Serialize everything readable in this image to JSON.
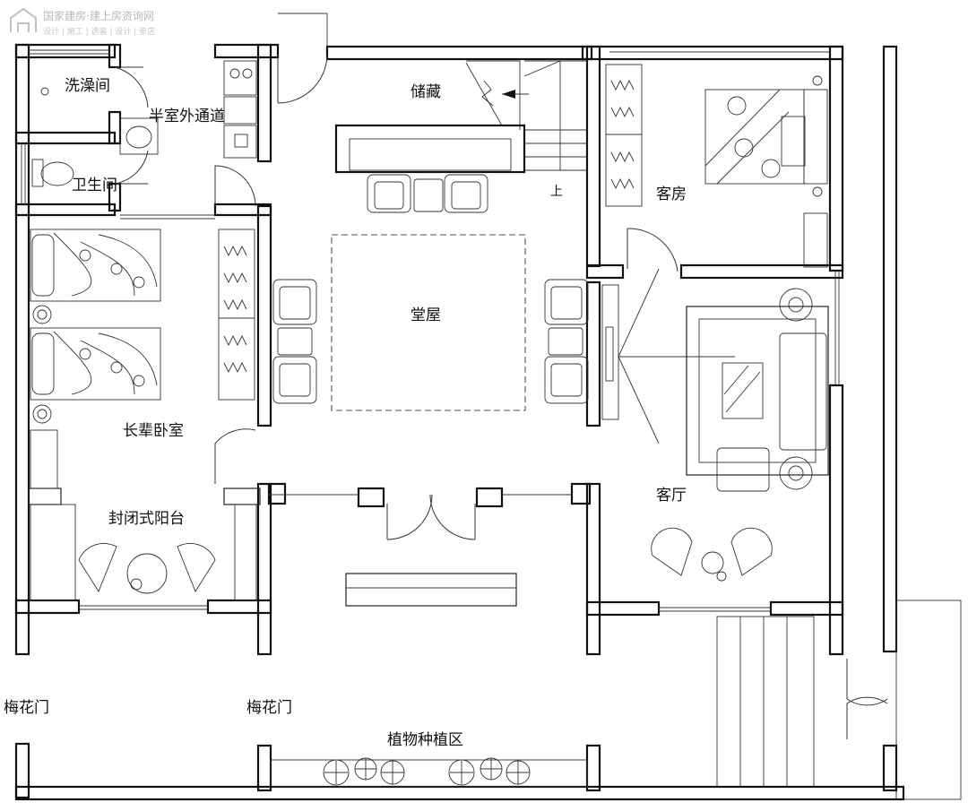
{
  "watermark": {
    "line1": "国家建房·建上房资询网",
    "line2": "设计 | 施工 | 选装 | 设计 | 参店"
  },
  "rooms": {
    "washroom": "洗澡间",
    "semi_outdoor_passage": "半室外通道",
    "storage": "储藏",
    "toilet": "卫生间",
    "guest_room": "客房",
    "main_hall": "堂屋",
    "elder_bedroom": "长辈卧室",
    "living_room": "客厅",
    "enclosed_balcony": "封闭式阳台",
    "plum_gate_left": "梅花门",
    "plum_gate_right": "梅花门",
    "planting_area": "植物种植区",
    "stair_up": "上"
  }
}
